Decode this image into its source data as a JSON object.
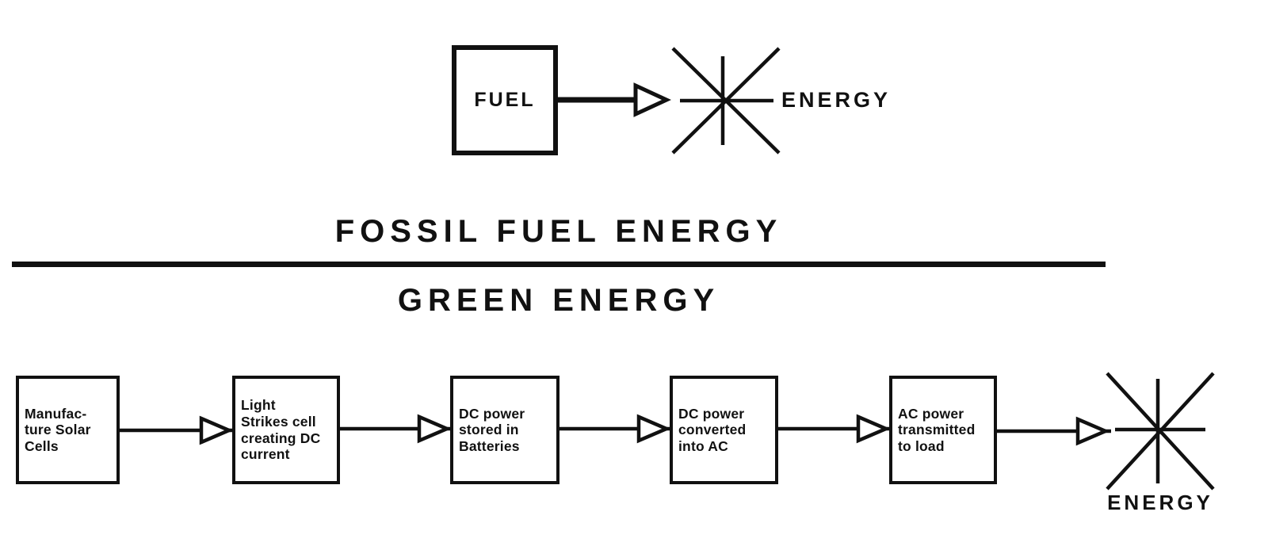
{
  "diagram": {
    "fossil": {
      "fuel_box_label": "FUEL",
      "energy_label": "ENERGY",
      "heading": "FOSSIL FUEL ENERGY"
    },
    "green": {
      "heading": "GREEN ENERGY",
      "steps": [
        {
          "label": "Manufac-\nture Solar\nCells"
        },
        {
          "label": "Light\nStrikes cell\ncreating DC\ncurrent"
        },
        {
          "label": "DC power\nstored in\nBatteries"
        },
        {
          "label": "DC power\nconverted\ninto AC"
        },
        {
          "label": "AC power\ntransmitted\nto load"
        }
      ],
      "energy_label": "ENERGY"
    },
    "icons": {
      "energy_burst_top": "energy-burst-icon",
      "energy_burst_bottom": "energy-burst-icon",
      "arrow": "right-arrow-icon"
    },
    "colors": {
      "ink": "#111111",
      "background": "#ffffff"
    }
  }
}
